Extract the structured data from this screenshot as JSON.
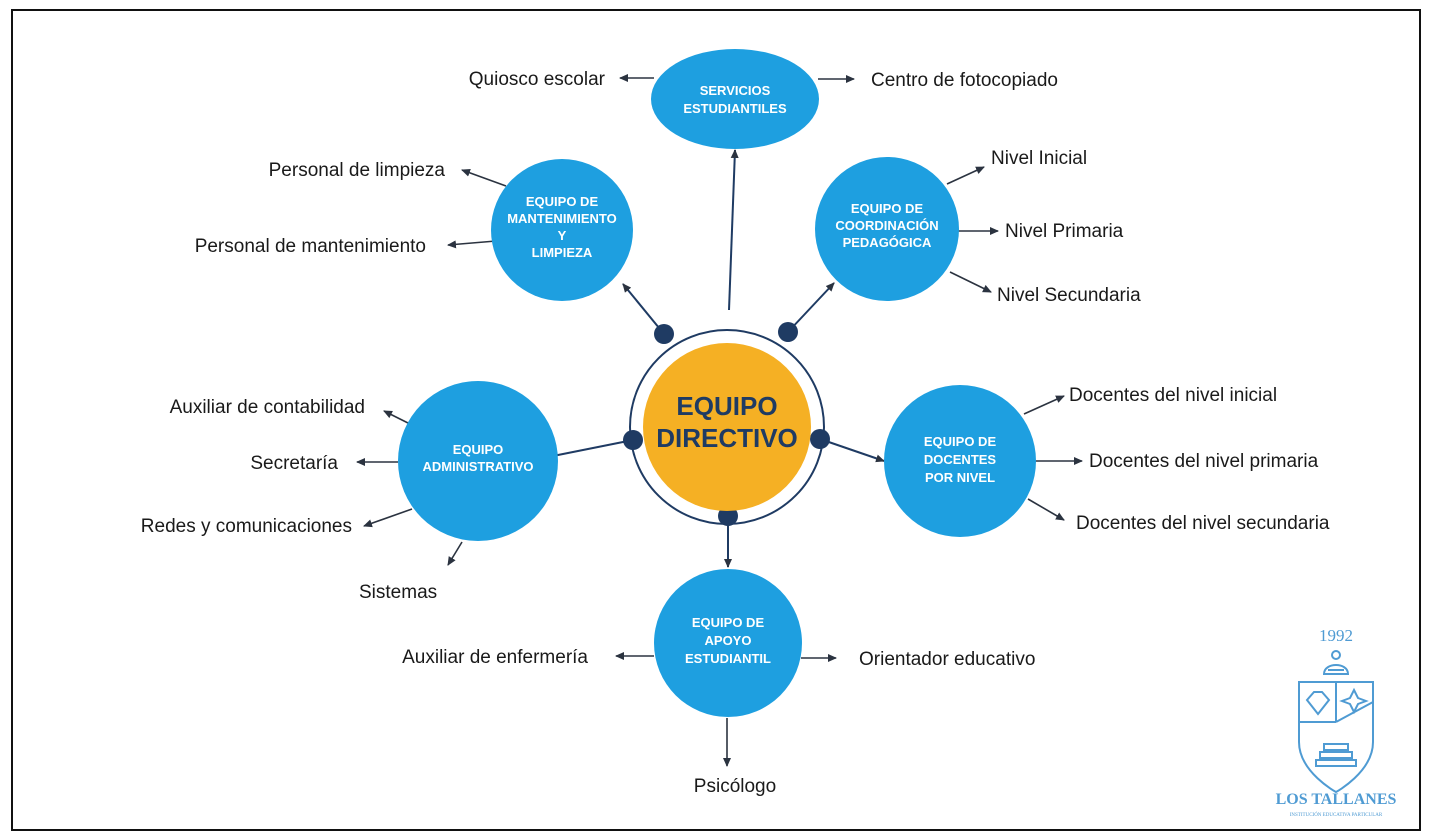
{
  "center": {
    "line1": "EQUIPO",
    "line2": "DIRECTIVO"
  },
  "teams": {
    "servicios": {
      "lines": [
        "SERVICIOS",
        "ESTUDIANTILES"
      ]
    },
    "mantenimiento": {
      "lines": [
        "EQUIPO DE",
        "MANTENIMIENTO",
        "Y",
        "LIMPIEZA"
      ]
    },
    "coordinacion": {
      "lines": [
        "EQUIPO DE",
        "COORDINACIÓN",
        "PEDAGÓGICA"
      ]
    },
    "administrativo": {
      "lines": [
        "EQUIPO",
        "ADMINISTRATIVO"
      ]
    },
    "docentes": {
      "lines": [
        "EQUIPO DE",
        "DOCENTES",
        "POR NIVEL"
      ]
    },
    "apoyo": {
      "lines": [
        "EQUIPO DE",
        "APOYO",
        "ESTUDIANTIL"
      ]
    }
  },
  "leaves": {
    "quiosco": "Quiosco escolar",
    "fotocopiado": "Centro de fotocopiado",
    "limpieza": "Personal de limpieza",
    "mantenimiento": "Personal de mantenimiento",
    "inicial": "Nivel Inicial",
    "primaria": "Nivel Primaria",
    "secundaria": "Nivel Secundaria",
    "contabilidad": "Auxiliar de contabilidad",
    "secretaria": "Secretaría",
    "redes": "Redes y comunicaciones",
    "sistemas": "Sistemas",
    "doc_inicial": "Docentes del nivel inicial",
    "doc_primaria": "Docentes del nivel primaria",
    "doc_secundaria": "Docentes del nivel secundaria",
    "enfermeria": "Auxiliar de enfermería",
    "orientador": "Orientador educativo",
    "psicologo": "Psicólogo"
  },
  "logo": {
    "year": "1992",
    "name": "LOS TALLANES",
    "subtitle": "INSTITUCIÓN EDUCATIVA PARTICULAR"
  },
  "colors": {
    "node": "#1e9fe0",
    "center": "#f5b024",
    "line": "#1f3b63",
    "text": "#1a1a1a",
    "logo": "#4f9bd3"
  }
}
